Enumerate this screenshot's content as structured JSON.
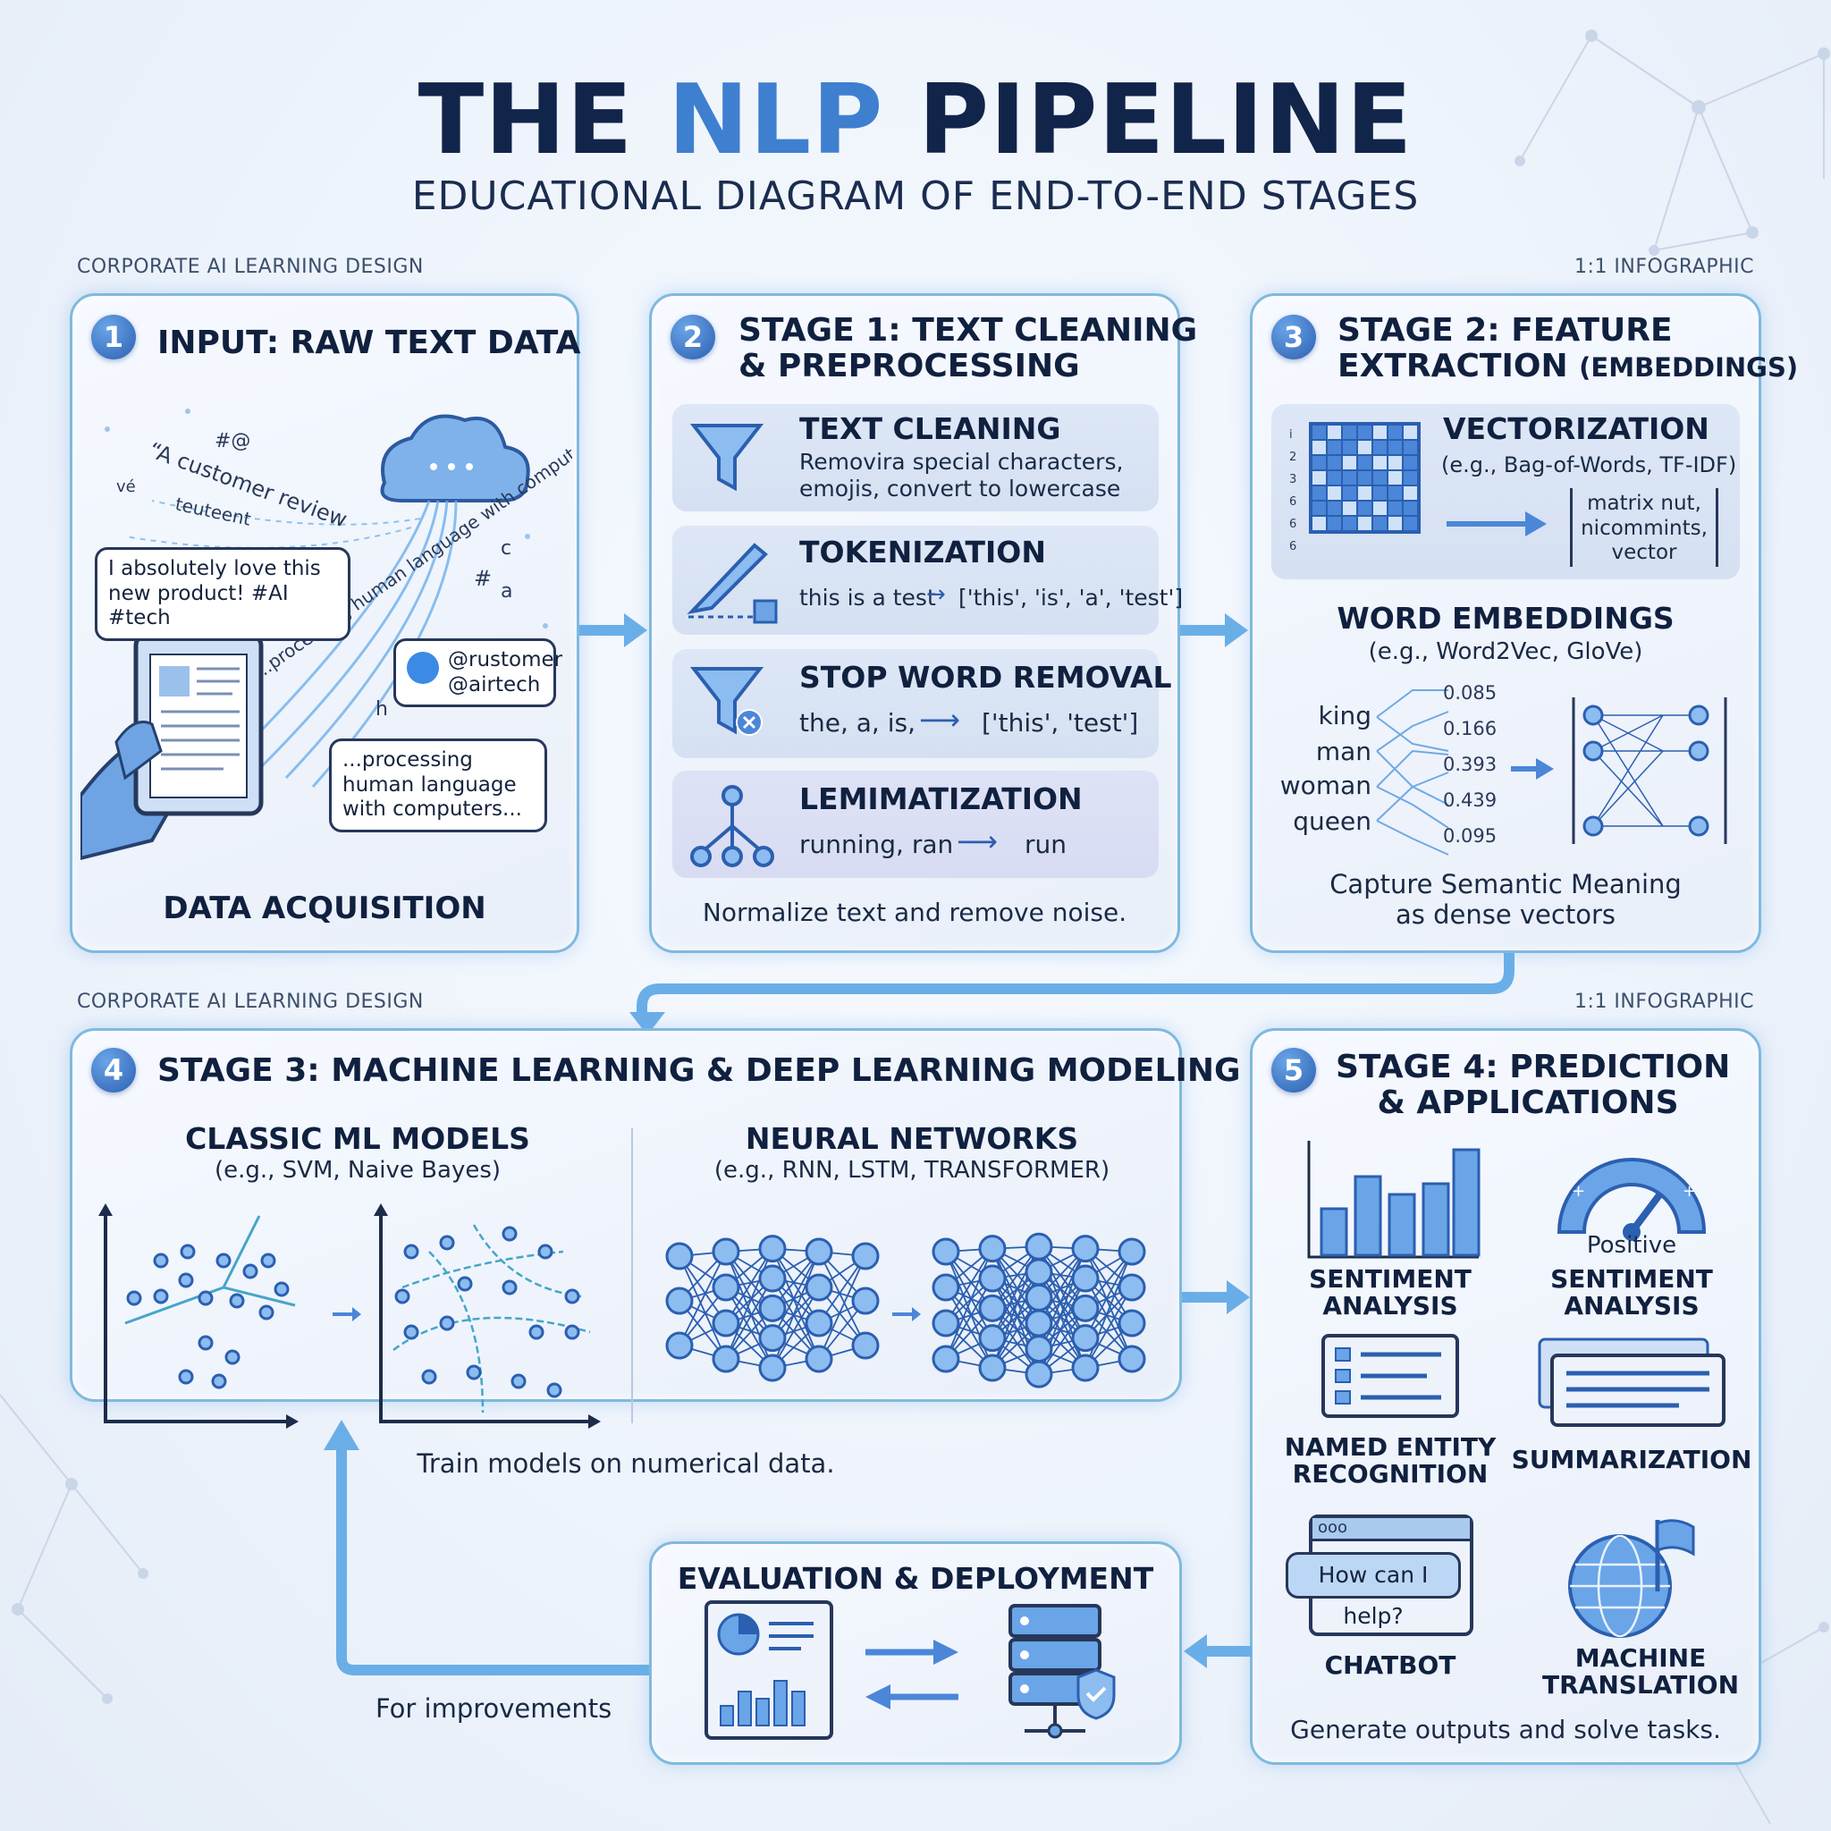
{
  "header": {
    "title_a": "THE ",
    "title_hl": "NLP",
    "title_b": " PIPELINE",
    "subtitle": "EDUCATIONAL DIAGRAM OF END-TO-END STAGES",
    "corner_left": "CORPORATE AI LEARNING DESIGN",
    "corner_right": "1:1 INFOGRAPHIC"
  },
  "card1": {
    "num": "1",
    "title": "INPUT: RAW TEXT DATA",
    "bubble1": "I absolutely love this new product! #AI #tech",
    "bubble2": "@rustomer @airtech",
    "bubble3": "...processing human language with computers...",
    "float_quote": "“A customer review",
    "float_processing": "...processing human language with computers",
    "float_teuteent": "teuteent",
    "float_hash": "#@",
    "float_vg": "vé",
    "float_c": "c",
    "float_hash2": "#",
    "float_a": "a",
    "float_h": "h",
    "caption": "DATA ACQUISITION"
  },
  "card2": {
    "num": "2",
    "title_l1": "STAGE 1: TEXT CLEANING",
    "title_l2": "& PREPROCESSING",
    "sections": [
      {
        "title": "TEXT CLEANING",
        "line1": "Removira special characters,",
        "line2": "emojis, convert to lowercase"
      },
      {
        "title": "TOKENIZATION",
        "left": "this is a test",
        "right": "['this', 'is', 'a', 'test']"
      },
      {
        "title": "STOP WORD REMOVAL",
        "left": "the, a, is,",
        "right": "['this', 'test']"
      },
      {
        "title": "LEMIMATIZATION",
        "left": "running, ran",
        "right": "run"
      }
    ],
    "caption": "Normalize text and remove noise.",
    "icons": [
      "funnel-icon",
      "scalpel-icon",
      "funnel-remove-icon",
      "tree-icon"
    ]
  },
  "card3": {
    "num": "3",
    "title_l1": "STAGE 2: FEATURE",
    "title_l2": "EXTRACTION",
    "title_l2_small": "(EMBEDDINGS)",
    "vec_title": "VECTORIZATION",
    "vec_sub": "(e.g., Bag-of-Words, TF-IDF)",
    "vec_out": [
      "matrix nut,",
      "nicommints,",
      "vector"
    ],
    "matrix_rows": [
      "i",
      "2",
      "3",
      "6",
      "6",
      "6"
    ],
    "emb_title": "WORD EMBEDDINGS",
    "emb_sub": "(e.g., Word2Vec, GloVe)",
    "words": [
      "king",
      "man",
      "woman",
      "queen"
    ],
    "values": [
      "0.085",
      "0.166",
      "0.393",
      "0.439",
      "0.095"
    ],
    "caption_l1": "Capture Semantic Meaning",
    "caption_l2": "as dense vectors"
  },
  "card4": {
    "num": "4",
    "title": "STAGE 3: MACHINE LEARNING & DEEP LEARNING MODELING",
    "left_title": "CLASSIC ML MODELS",
    "left_sub": "(e.g., SVM, Naive Bayes)",
    "right_title": "NEURAL NETWORKS",
    "right_sub": "(e.g., RNN, LSTM, TRANSFORMER)",
    "caption": "Train models on numerical data."
  },
  "card5": {
    "num": "5",
    "title_l1": "STAGE 4: PREDICTION",
    "title_l2": "& APPLICATIONS",
    "sentiment_l1": "SENTIMENT",
    "sentiment_l2": "ANALYSIS",
    "positive": "Positive",
    "sentiment2_l1": "SENTIMENT",
    "sentiment2_l2": "ANALYSIS",
    "ner_l1": "NAMED ENTITY",
    "ner_l2": "RECOGNITION",
    "summarization": "SUMMARIZATION",
    "chat_bubble": "How can I help?",
    "chatbot": "CHATBOT",
    "mt_l1": "MACHINE",
    "mt_l2": "TRANSLATION",
    "caption": "Generate outputs and solve tasks."
  },
  "eval": {
    "title": "EVALUATION & DEPLOYMENT",
    "feedback": "For improvements"
  },
  "colors": {
    "accent": "#3f7fd0",
    "navy": "#11244a",
    "border": "#7fb9df",
    "arrow": "#5aa3e6"
  }
}
